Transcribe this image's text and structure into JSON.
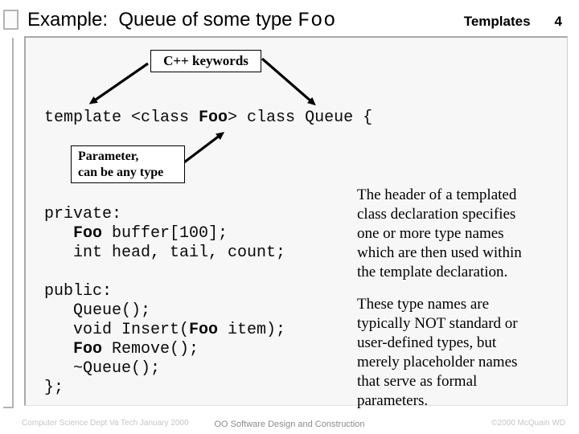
{
  "header": {
    "title_text": "Example:  Queue of some type ",
    "title_code": "Foo",
    "section": "Templates",
    "page_number": "4"
  },
  "callouts": {
    "keywords": "C++ keywords",
    "parameter_line1": "Parameter,",
    "parameter_line2": "can be any type"
  },
  "code": {
    "declaration": [
      [
        {
          "t": "template <class "
        },
        {
          "t": "Foo",
          "b": true
        },
        {
          "t": "> class Queue {"
        }
      ]
    ],
    "body": [
      [
        {
          "t": "private:"
        }
      ],
      [
        {
          "t": "   "
        },
        {
          "t": "Foo",
          "b": true
        },
        {
          "t": " buffer[100];"
        }
      ],
      [
        {
          "t": "   int head, tail, count;"
        }
      ],
      [],
      [
        {
          "t": "public:"
        }
      ],
      [
        {
          "t": "   Queue();"
        }
      ],
      [
        {
          "t": "   void Insert("
        },
        {
          "t": "Foo",
          "b": true
        },
        {
          "t": " item);"
        }
      ],
      [
        {
          "t": "   "
        },
        {
          "t": "Foo",
          "b": true
        },
        {
          "t": " Remove();"
        }
      ],
      [
        {
          "t": "   ~Queue();"
        }
      ],
      [
        {
          "t": "};"
        }
      ]
    ]
  },
  "paragraphs": {
    "para1": "The header of a templated class declaration specifies one or more type names which are then used within the template declaration.",
    "para2": "These type names are typically NOT standard or user-defined types, but merely placeholder names that serve as formal parameters."
  },
  "footer": {
    "left": "Computer Science Dept Va Tech January 2000",
    "center": "OO Software Design and Construction",
    "right": "©2000 McQuain WD"
  },
  "colors": {
    "panel_background": "#f7f7f7",
    "frame_gray": "#a9a9a9",
    "arrow_black": "#000000"
  }
}
